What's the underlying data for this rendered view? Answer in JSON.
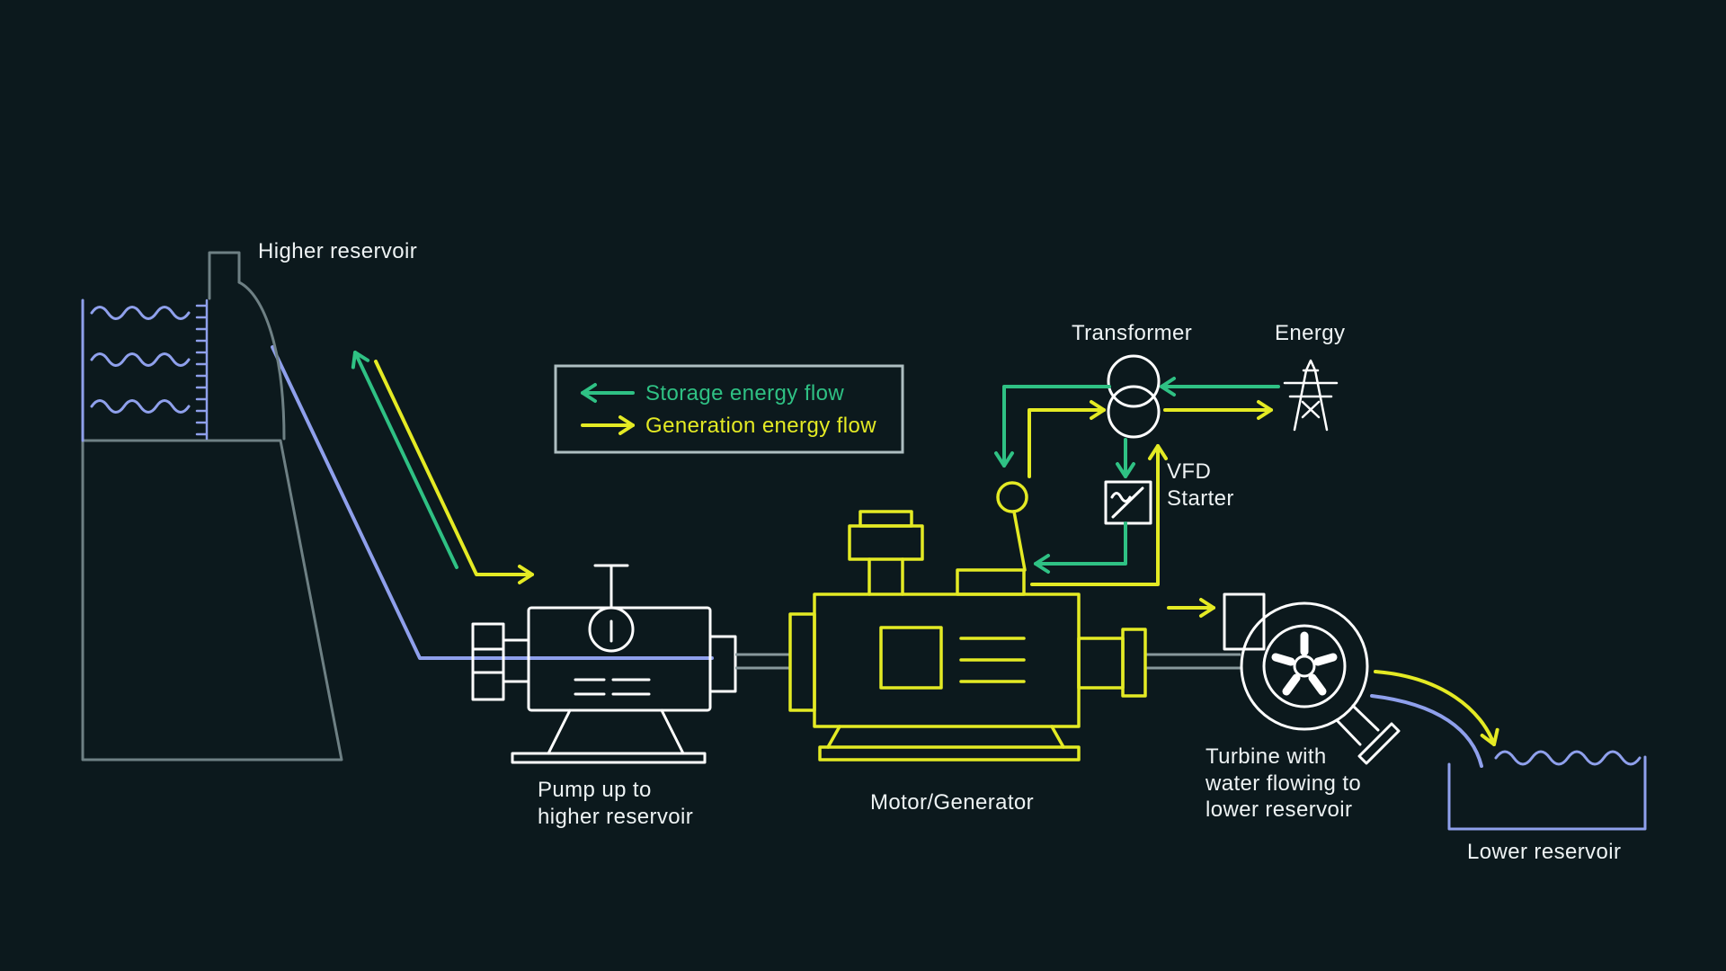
{
  "colors": {
    "background": "#0c191d",
    "storage_green": "#2fc184",
    "generation_yellow": "#e4ea24",
    "water_blue": "#8fa0ec",
    "icon_white": "#ffffff",
    "text_white": "#eef3f4",
    "structure_gray": "#6e8084",
    "shaft_gray": "#87989c",
    "legend_border": "#aebec1"
  },
  "legend": {
    "storage_label": "Storage energy flow",
    "generation_label": "Generation energy flow"
  },
  "labels": {
    "higher_reservoir": "Higher reservoir",
    "pump": [
      "Pump up to",
      "higher reservoir"
    ],
    "motor_generator": "Motor/Generator",
    "transformer": "Transformer",
    "energy": "Energy",
    "vfd_starter": [
      "VFD",
      "Starter"
    ],
    "turbine": [
      "Turbine with",
      "water flowing to",
      "lower reservoir"
    ],
    "lower_reservoir": "Lower reservoir"
  },
  "icons": {
    "dam_reservoir": "line-art dam with water waves and level ruler",
    "pump": "line-art pump with gauge and valve",
    "motor_generator": "line-art electric motor with lever knob",
    "transformer": "two overlapping circles",
    "energy_pylon": "transmission tower",
    "vfd_starter": "box with tilde and diagonal (AC/DC converter)",
    "turbine": "volute casing with impeller",
    "lower_reservoir": "open basin with wavy water line",
    "arrow_style": "open chevron arrowheads"
  }
}
